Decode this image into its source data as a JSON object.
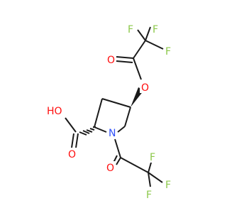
{
  "colors": {
    "bond": "#1a1a1a",
    "oxygen": "#ff0d0d",
    "nitrogen": "#2f50f8",
    "fluorine": "#8cc84b"
  },
  "atoms": {
    "F1": "F",
    "F2": "F",
    "F3": "F",
    "O_ester_carbonyl": "O",
    "O_ester": "O",
    "OH": "HO",
    "O_acid_carbonyl": "O",
    "N": "N",
    "O_amide": "O",
    "F4": "F",
    "F5": "F",
    "F6": "F"
  }
}
